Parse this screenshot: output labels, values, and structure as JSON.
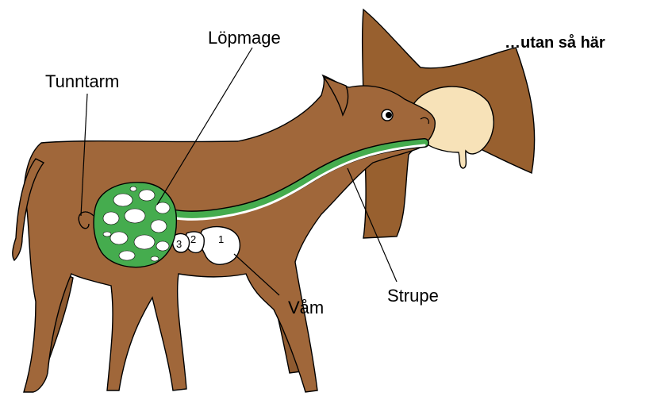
{
  "heading": "…utan så här",
  "labels": {
    "abomasum": "Löpmage",
    "small_intestine": "Tunntarm",
    "rumen": "Våm",
    "esophagus": "Strupe"
  },
  "stomach_numbers": [
    "3",
    "2",
    "1"
  ],
  "colors": {
    "cow_body": "#a0673a",
    "mother_cow": "#98602f",
    "udder": "#f7e2b8",
    "groove": "#45ac4e",
    "outline": "#000000",
    "spots": "#ffffff"
  }
}
